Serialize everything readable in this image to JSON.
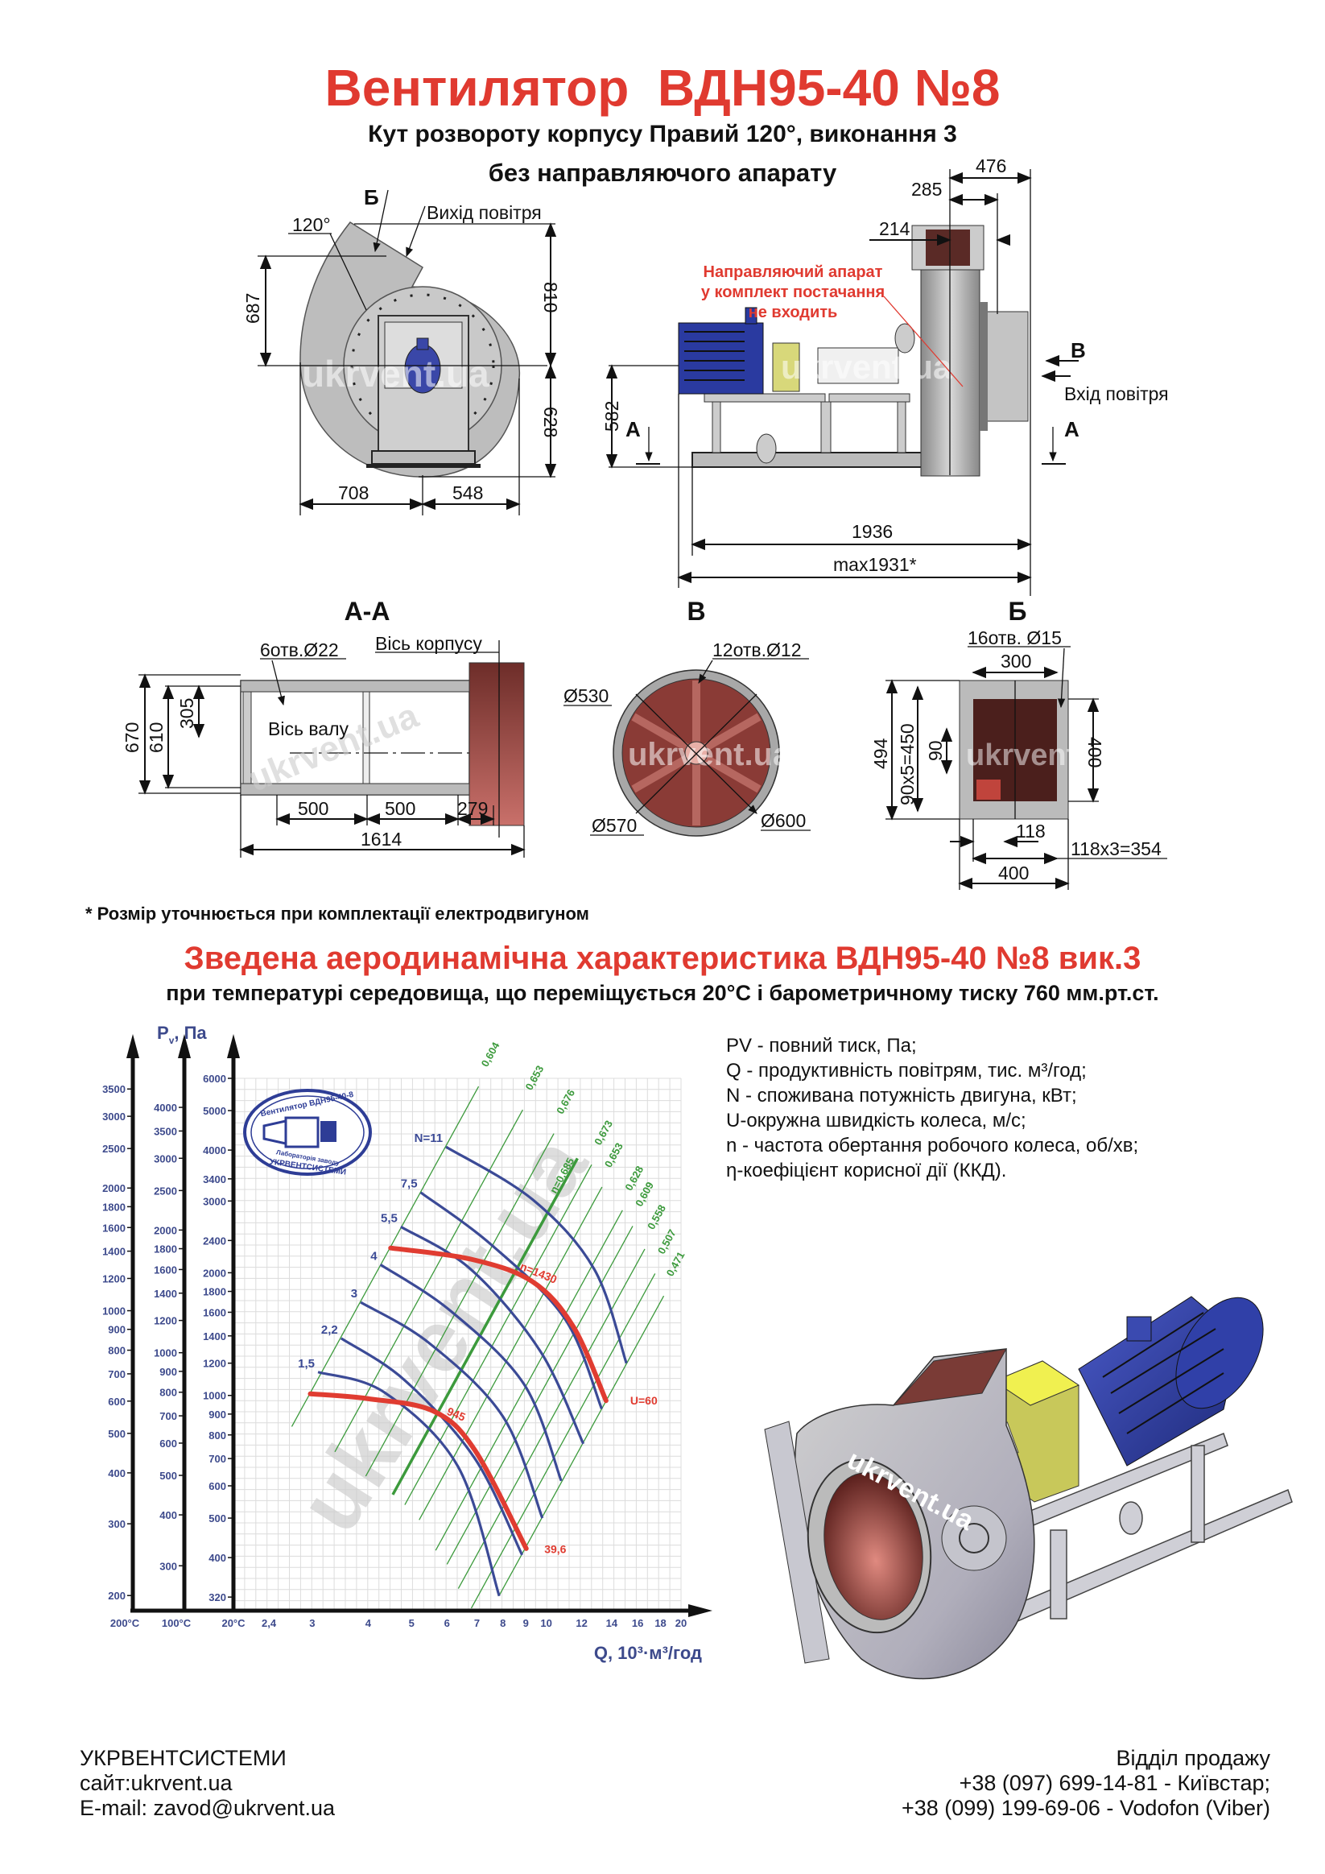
{
  "header": {
    "title": "Вентилятор  ВДН95-40 №8",
    "subtitle_line1": "Кут розвороту корпусу Правий 120°, виконання 3",
    "subtitle_line2": "без направляючого апарату"
  },
  "front_view": {
    "label_b": "Б",
    "outlet": "Вихід повітря",
    "angle": "120°",
    "dim_687": "687",
    "dim_810": "810",
    "dim_628": "628",
    "dim_708": "708",
    "dim_548": "548"
  },
  "side_view": {
    "dim_476": "476",
    "dim_285": "285",
    "dim_214": "214",
    "note": [
      "Направляючий апарат",
      "у комплект постачання",
      "не входить"
    ],
    "label_v": "В",
    "inlet": "Вхід повітря",
    "label_a_left": "А",
    "label_a_right": "А",
    "dim_582": "582",
    "dim_1936": "1936",
    "dim_max": "max1931*"
  },
  "section_aa": {
    "title": "А-А",
    "holes": "6отв.Ø22",
    "housing_axis": "Вісь корпусу",
    "shaft_axis": "Вісь валу",
    "d670": "670",
    "d610": "610",
    "d305": "305",
    "d500a": "500",
    "d500b": "500",
    "d279": "279",
    "d1614": "1614"
  },
  "view_v": {
    "title": "В",
    "holes": "12отв.Ø12",
    "d530": "Ø530",
    "d570": "Ø570",
    "d600": "Ø600"
  },
  "view_b": {
    "title": "Б",
    "holes": "16отв. Ø15",
    "d300": "300",
    "d494": "494",
    "d450": "90x5=450",
    "d90": "90",
    "d400v": "400",
    "d118": "118",
    "d354": "118x3=354",
    "d400h": "400"
  },
  "footnote": "* Розмір уточнюється при комплектації електродвигуном",
  "chart_section": {
    "title": "Зведена аеродинамічна характеристика ВДН95-40 №8 вик.3",
    "subtitle": "при температурі середовища, що переміщується 20°С і барометричному тиску 760 мм.рт.ст."
  },
  "legend": [
    "PV - повний тиск, Па;",
    "Q - продуктивність повітрям, тис. м³/год;",
    "N - споживана потужність двигуна, кВт;",
    "U-окружна швидкість колеса, м/с;",
    "n - частота обертання робочого колеса, об/хв;",
    "η-коефіцієнт корисної дії (ККД)."
  ],
  "watermark": "ukrvent.ua",
  "stamp": {
    "top": "Вентилятор ВДН95-40-8",
    "bottom1": "Лабораторія заводу",
    "bottom2": "УКРВЕНТСИСТЕМИ"
  },
  "colors": {
    "title_red": "#e03a30",
    "curve_blue": "#3b4a96",
    "curve_red": "#e03c31",
    "eff_green": "#3c9a3c",
    "axis_text": "#3d4a8c"
  },
  "chart_data": {
    "type": "line",
    "title": "Зведена аеродинамічна характеристика ВДН95-40 №8 вик.3",
    "x_scale": "log",
    "y_scale": "log",
    "xlabel": "Q, 10³·м³/год",
    "ylabel_main": "P",
    "ylabel_sub": "v",
    "ylabel_unit": ", Па",
    "xlim": [
      2,
      20
    ],
    "ylim": [
      296,
      6000
    ],
    "x_ticks": [
      "2,4",
      "3",
      "4",
      "5",
      "6",
      "7",
      "8",
      "9",
      "10",
      "12",
      "14",
      "16",
      "18",
      "20"
    ],
    "x_tick_values": [
      2.4,
      3,
      4,
      5,
      6,
      7,
      8,
      9,
      10,
      12,
      14,
      16,
      18,
      20
    ],
    "axes": [
      {
        "label": "200°C",
        "factor": 1.614,
        "ticks": [
          200,
          300,
          400,
          500,
          600,
          700,
          800,
          900,
          1000,
          1200,
          1400,
          1600,
          1800,
          2000,
          2500,
          3000,
          3500
        ]
      },
      {
        "label": "100°C",
        "factor": 1.273,
        "ticks": [
          300,
          400,
          500,
          600,
          700,
          800,
          900,
          1000,
          1200,
          1400,
          1600,
          1800,
          2000,
          2500,
          3000,
          3500,
          4000
        ]
      },
      {
        "label": "20°C",
        "factor": 1,
        "ticks": [
          320,
          400,
          500,
          600,
          700,
          800,
          900,
          1000,
          1200,
          1400,
          1600,
          1800,
          2000,
          2400,
          3000,
          3400,
          4000,
          5000,
          6000
        ]
      }
    ],
    "grid": true,
    "power_curves": [
      {
        "label": "N=11",
        "points": [
          [
            5.97,
            4074
          ],
          [
            9.31,
            3028
          ],
          [
            12.8,
            2040
          ],
          [
            15.1,
            1200
          ]
        ]
      },
      {
        "label": "7,5",
        "points": [
          [
            5.24,
            3148
          ],
          [
            7.53,
            2345
          ],
          [
            11.0,
            1543
          ],
          [
            13.3,
            927
          ]
        ]
      },
      {
        "label": "5,5",
        "points": [
          [
            4.73,
            2594
          ],
          [
            6.78,
            2040
          ],
          [
            9.71,
            1281
          ],
          [
            12.1,
            761
          ]
        ]
      },
      {
        "label": "4",
        "points": [
          [
            4.26,
            2094
          ],
          [
            6.1,
            1615
          ],
          [
            8.92,
            1065
          ],
          [
            10.8,
            617
          ]
        ]
      },
      {
        "label": "3",
        "points": [
          [
            3.85,
            1692
          ],
          [
            5.48,
            1343
          ],
          [
            8.02,
            884
          ],
          [
            9.8,
            500
          ]
        ]
      },
      {
        "label": "2,2",
        "points": [
          [
            3.48,
            1381
          ],
          [
            4.83,
            1089
          ],
          [
            6.92,
            701
          ],
          [
            8.83,
            406
          ]
        ]
      },
      {
        "label": "1,5",
        "points": [
          [
            3.09,
            1141
          ],
          [
            4.35,
            1017
          ],
          [
            6.35,
            669
          ],
          [
            7.85,
            322
          ]
        ]
      }
    ],
    "speed_curves": [
      {
        "label": "n=1430",
        "label_at": [
          8.7,
          2040
        ],
        "end_label": "U=60",
        "end_label_at": [
          15.4,
          950
        ],
        "points": [
          [
            4.49,
            2300
          ],
          [
            6.78,
            2160
          ],
          [
            9.31,
            1903
          ],
          [
            11.5,
            1473
          ],
          [
            13.6,
            971
          ]
        ]
      },
      {
        "label": "945",
        "label_at": [
          5.97,
          899
        ],
        "end_label": "39,6",
        "end_label_at": [
          9.9,
          410
        ],
        "points": [
          [
            2.97,
            1009
          ],
          [
            3.99,
            982
          ],
          [
            5.6,
            915
          ],
          [
            6.92,
            735
          ],
          [
            9.02,
            421
          ]
        ]
      }
    ],
    "efficiency_lines": [
      {
        "label": "0,604",
        "k": 115,
        "q": [
          2.7,
          7.06
        ]
      },
      {
        "label": "0,653",
        "k": 64,
        "q": [
          3.37,
          8.86
        ]
      },
      {
        "label": "0,676",
        "k": 40.6,
        "q": [
          3.95,
          10.4
        ]
      },
      {
        "label": "η=0,685",
        "k": 27.7,
        "q": [
          4.54,
          11.74
        ],
        "bold": true
      },
      {
        "label": "0,673",
        "k": 23.1,
        "q": [
          4.83,
          12.63
        ]
      },
      {
        "label": "0,653",
        "k": 18.3,
        "q": [
          5.2,
          13.32
        ]
      },
      {
        "label": "0,628",
        "k": 13.0,
        "q": [
          5.66,
          14.8
        ]
      },
      {
        "label": "0,609",
        "k": 10.7,
        "q": [
          6.0,
          15.6
        ]
      },
      {
        "label": "0,558",
        "k": 8.3,
        "q": [
          6.36,
          16.6
        ]
      },
      {
        "label": "0,507",
        "k": 6.5,
        "q": [
          6.8,
          17.5
        ]
      },
      {
        "label": "0,471",
        "k": 5.24,
        "q": [
          7.5,
          18.3
        ]
      }
    ]
  },
  "footer": {
    "company": "УКРВЕНТСИСТЕМИ",
    "site": "сайт:ukrvent.ua",
    "email": "E-mail: zavod@ukrvent.ua",
    "sales": "Відділ продажу",
    "phone1": "+38 (097) 699-14-81 - Київстар;",
    "phone2": "+38 (099) 199-69-06 - Vodofon (Viber)"
  }
}
